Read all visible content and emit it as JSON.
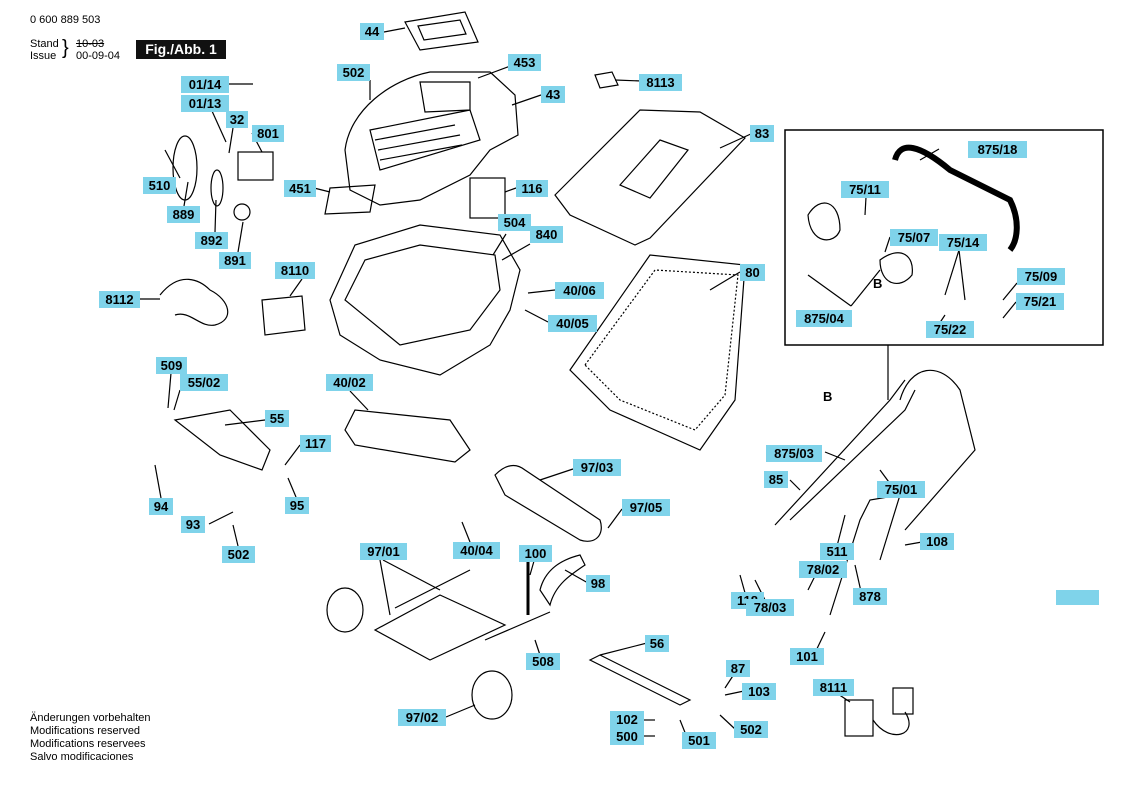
{
  "header": {
    "part_number": "0 600 889 503",
    "stand_label": "Stand",
    "issue_label": "Issue",
    "old_date": "10-03",
    "new_date": "00-09-04",
    "figure": "Fig./Abb. 1"
  },
  "footer": {
    "lines": [
      "Änderungen vorbehalten",
      "Modifications reserved",
      "Modifications reservees",
      "Salvo modificaciones"
    ]
  },
  "callouts": [
    "44",
    "502",
    "453",
    "43",
    "8113",
    "01/14",
    "01/13",
    "32",
    "801",
    "83",
    "875/18",
    "510",
    "889",
    "451",
    "116",
    "892",
    "891",
    "504",
    "840",
    "75/11",
    "75/07",
    "75/14",
    "8110",
    "80",
    "8112",
    "40/06",
    "40/05",
    "75/09",
    "75/21",
    "875/04",
    "75/22",
    "509",
    "55/02",
    "40/02",
    "55",
    "117",
    "94",
    "95",
    "93",
    "502",
    "97/03",
    "97/05",
    "875/03",
    "85",
    "75/01",
    "97/01",
    "40/04",
    "100",
    "98",
    "511",
    "78/02",
    "108",
    "118",
    "78/03",
    "878",
    "56",
    "508",
    "101",
    "87",
    "103",
    "8111",
    "102",
    "500",
    "501",
    "502",
    "97/02"
  ],
  "plain_labels": [
    "B",
    "B"
  ],
  "colors": {
    "callout_bg": "#7fd3ea",
    "line": "#000000"
  }
}
